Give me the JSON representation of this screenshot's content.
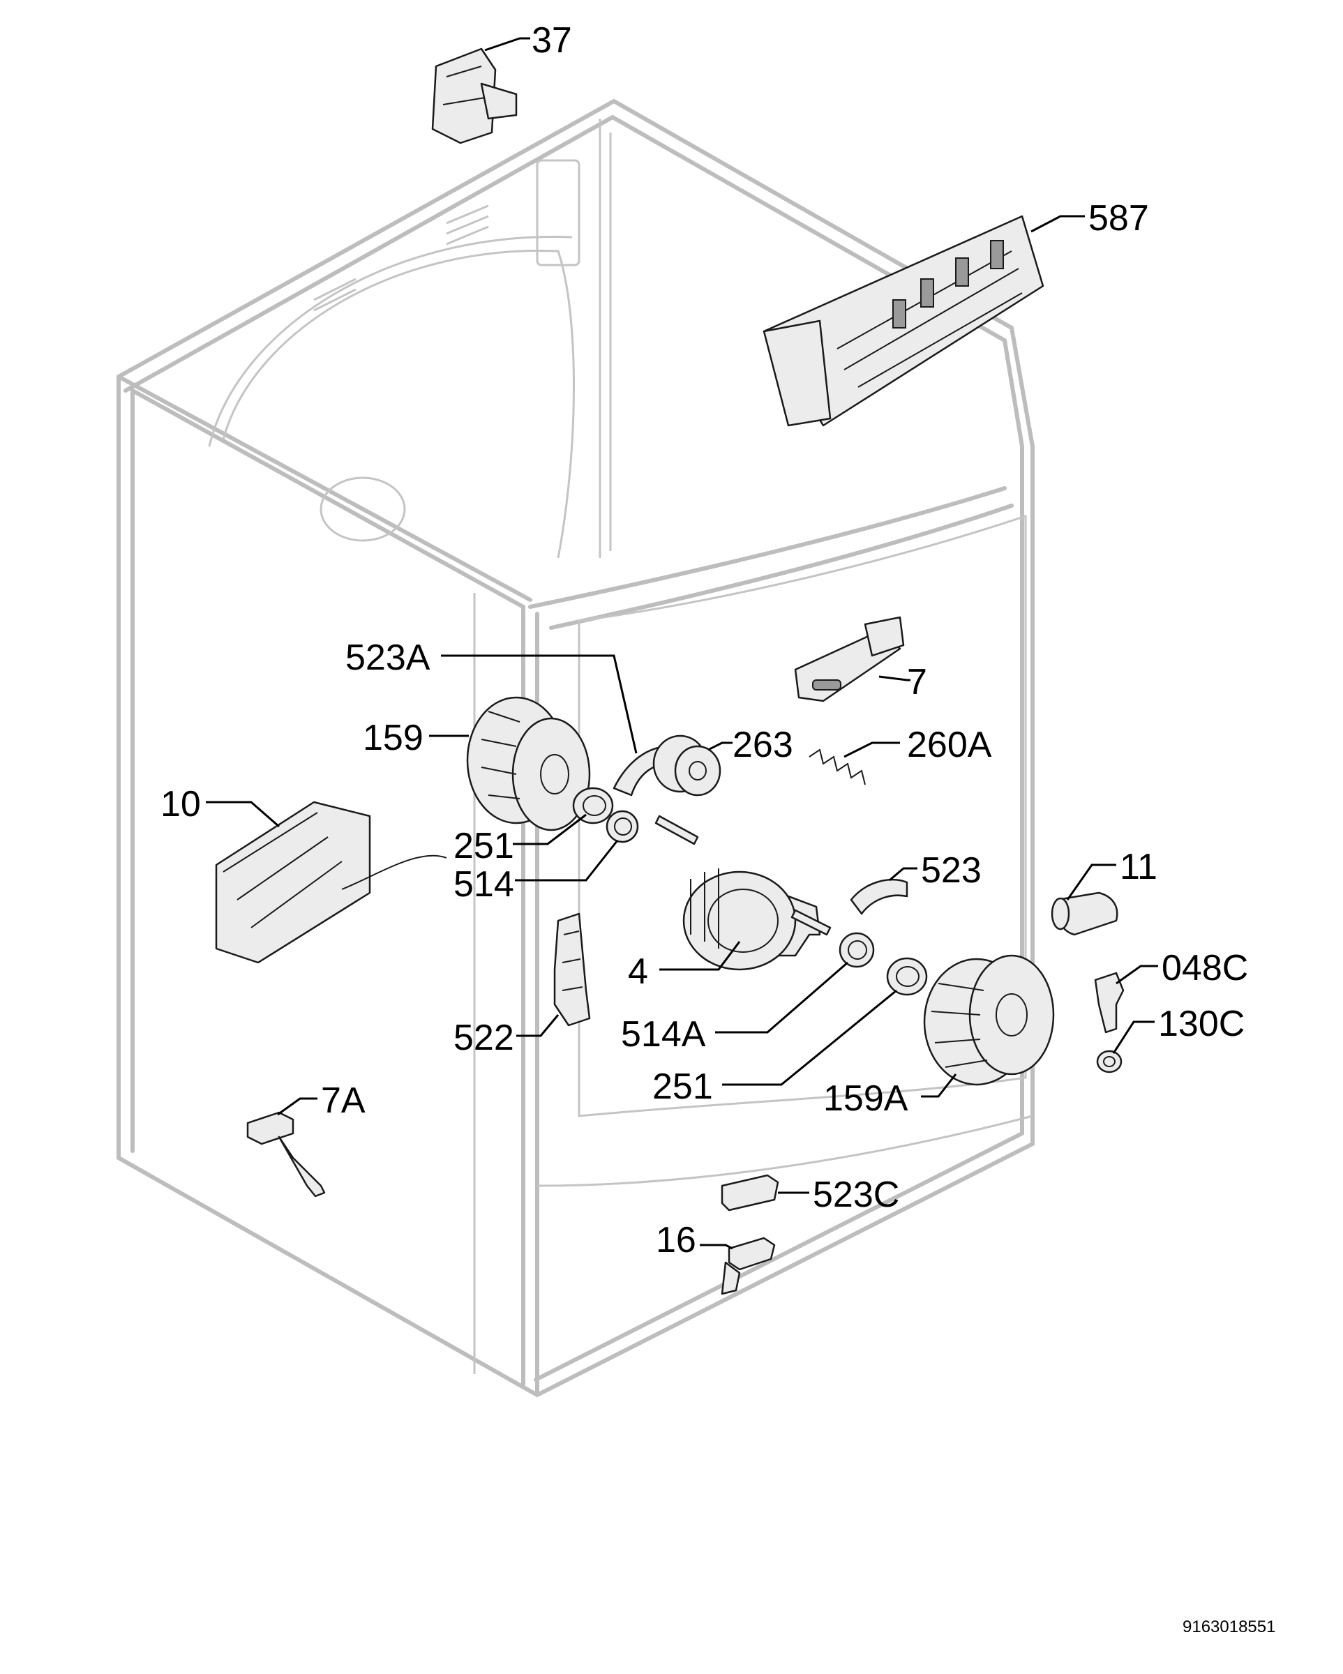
{
  "callouts": [
    {
      "id": "37",
      "label": "37"
    },
    {
      "id": "587",
      "label": "587"
    },
    {
      "id": "523A",
      "label": "523A"
    },
    {
      "id": "7",
      "label": "7"
    },
    {
      "id": "159",
      "label": "159"
    },
    {
      "id": "263",
      "label": "263"
    },
    {
      "id": "260A",
      "label": "260A"
    },
    {
      "id": "10",
      "label": "10"
    },
    {
      "id": "251a",
      "label": "251"
    },
    {
      "id": "514",
      "label": "514"
    },
    {
      "id": "523",
      "label": "523"
    },
    {
      "id": "11",
      "label": "11"
    },
    {
      "id": "4",
      "label": "4"
    },
    {
      "id": "048C",
      "label": "048C"
    },
    {
      "id": "130C",
      "label": "130C"
    },
    {
      "id": "522",
      "label": "522"
    },
    {
      "id": "514A",
      "label": "514A"
    },
    {
      "id": "251b",
      "label": "251"
    },
    {
      "id": "159A",
      "label": "159A"
    },
    {
      "id": "7A",
      "label": "7A"
    },
    {
      "id": "523C",
      "label": "523C"
    },
    {
      "id": "16",
      "label": "16"
    }
  ],
  "drawing_code": "9163018551"
}
